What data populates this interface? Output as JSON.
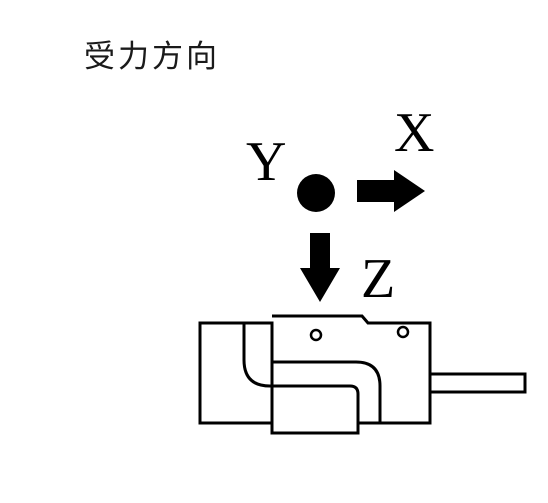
{
  "title": "受力方向",
  "axes": {
    "x_label": "X",
    "y_label": "Y",
    "z_label": "Z"
  },
  "icons": {
    "y_axis": "dot-icon",
    "x_axis": "arrow-right-icon",
    "z_axis": "arrow-down-icon"
  },
  "colors": {
    "ink": "#000000",
    "background": "#ffffff"
  }
}
